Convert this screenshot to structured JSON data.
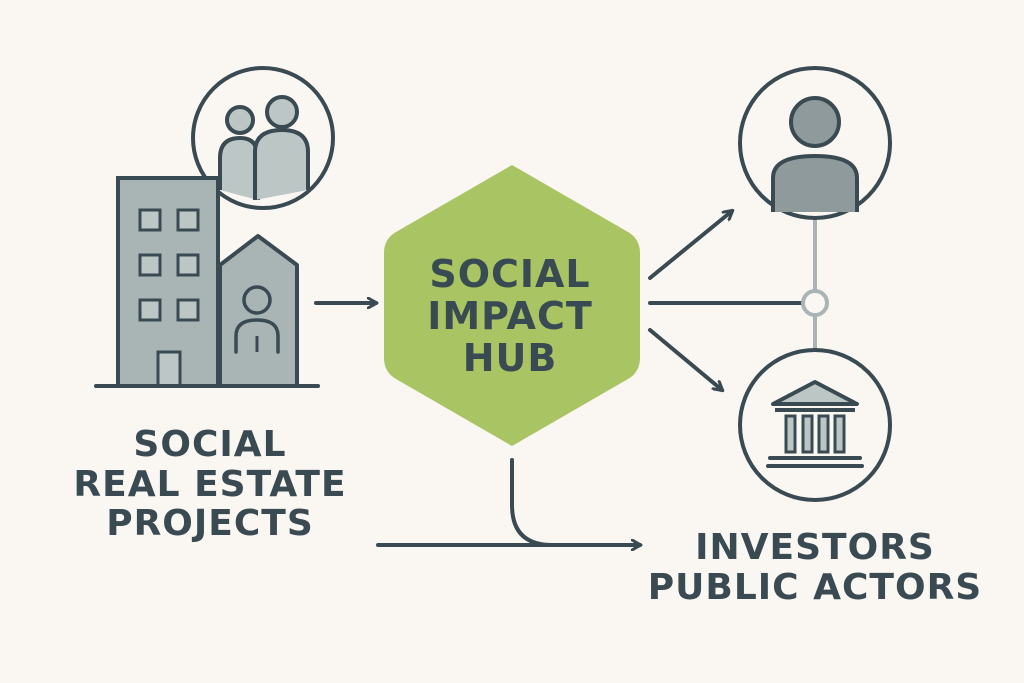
{
  "hub": {
    "lines": [
      "SOCIAL",
      "IMPACT",
      "HUB"
    ],
    "color": "#a9c462"
  },
  "left_node": {
    "lines": [
      "SOCIAL",
      "REAL ESTATE",
      "PROJECTS"
    ],
    "icons": [
      "apartment-building-icon",
      "house-icon",
      "family-icon",
      "person-icon"
    ]
  },
  "right_node": {
    "lines": [
      "INVESTORS",
      "PUBLIC ACTORS"
    ],
    "icons": [
      "investor-person-icon",
      "public-institution-icon"
    ]
  },
  "colors": {
    "stroke": "#3a4a52",
    "fill_gray": "#a9b4b5",
    "fill_light": "#bcc6c5",
    "background": "#faf6f2",
    "connector": "#a9b4b5"
  }
}
